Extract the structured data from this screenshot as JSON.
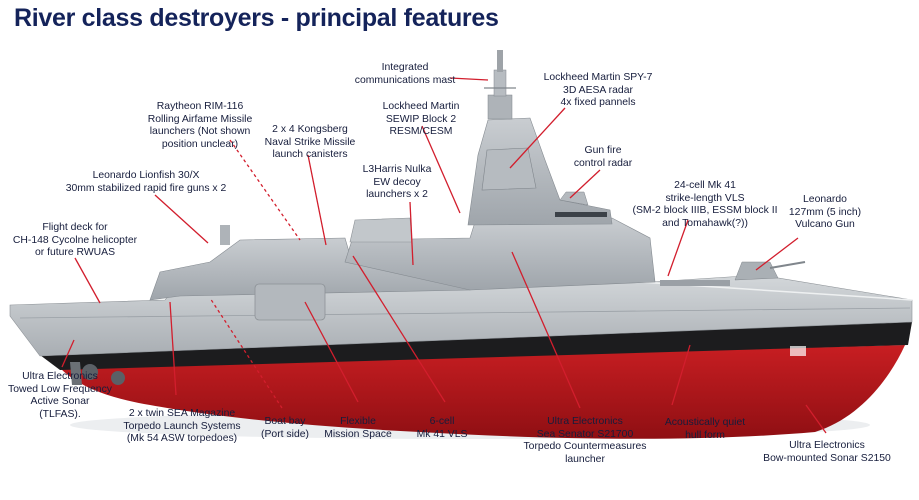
{
  "title": "River class destroyers - principal features",
  "colors": {
    "title": "#14235a",
    "leader": "#d21e2d",
    "hull_grey": "#b9bec3",
    "hull_red": "#b3141b",
    "boot_black": "#1a1a1a"
  },
  "labels": {
    "comm_mast": "Integrated\ncommunications mast",
    "spy7": "Lockheed Martin SPY-7\n3D AESA radar\n4x fixed pannels",
    "sewip": "Lockheed Martin\nSEWIP Block 2\nRESM/CESM",
    "ram": "Raytheon RIM-116\nRolling Airfame Missile\nlaunchers (Not shown\nposition unclear)",
    "nsm": "2 x 4 Kongsberg\nNaval Strike Missile\nlaunch canisters",
    "gun_fire_control": "Gun fire\ncontrol radar",
    "nulka": "L3Harris Nulka\nEW decoy\nlaunchers x 2",
    "lionfish": "Leonardo Lionfish 30/X\n30mm stabilized rapid fire guns x 2",
    "vls24": "24-cell Mk 41\nstrike-length VLS\n(SM-2 block IIIB, ESSM block II\nand Tomahawk(?))",
    "vulcano": "Leonardo\n127mm (5 inch)\nVulcano Gun",
    "flight_deck": "Flight deck for\nCH-148 Cycolne helicopter\nor future RWUAS",
    "tlfas": "Ultra Electronics\nTowed Low Frequency\nActive Sonar\n(TLFAS).",
    "torpedo": "2 x twin SEA Magazine\nTorpedo Launch Systems\n(Mk 54 ASW torpedoes)",
    "boat_bay": "Boat bay\n(Port side)",
    "mission_space": "Flexible\nMission Space",
    "vls6": "6-cell\nMk 41 VLS",
    "sea_sentor": "Ultra Electronics\nSea Senator S21700\nTorpedo Countermeasures\nlauncher",
    "hull_form": "Acoustically quiet\nhull form",
    "bow_sonar": "Ultra Electronics\nBow-mounted Sonar S2150"
  }
}
